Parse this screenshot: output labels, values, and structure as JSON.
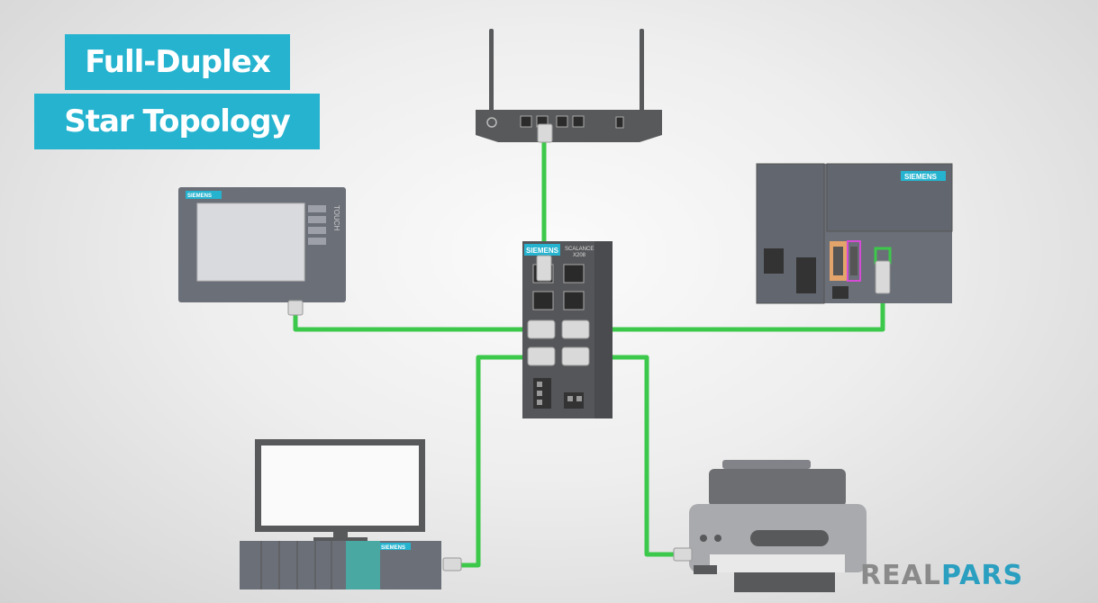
{
  "title": {
    "line1": "Full-Duplex",
    "line2": "Star Topology"
  },
  "switch": {
    "brand": "SIEMENS",
    "model_line1": "SCALANCE",
    "model_line2": "X208"
  },
  "hmi": {
    "brand": "SIEMENS",
    "side_label": "TOUCH"
  },
  "plc": {
    "brand": "SIEMENS"
  },
  "pc": {
    "brand": "SIEMENS"
  },
  "logo": {
    "part1": "REAL",
    "part2": "PARS"
  },
  "colors": {
    "title_bg": "#26b3cf",
    "cable": "#3cc84a",
    "device_dark": "#58595b",
    "device_panel": "#6b6f78",
    "logo_gray": "#8a8a8a",
    "logo_blue": "#2a9fc0"
  }
}
